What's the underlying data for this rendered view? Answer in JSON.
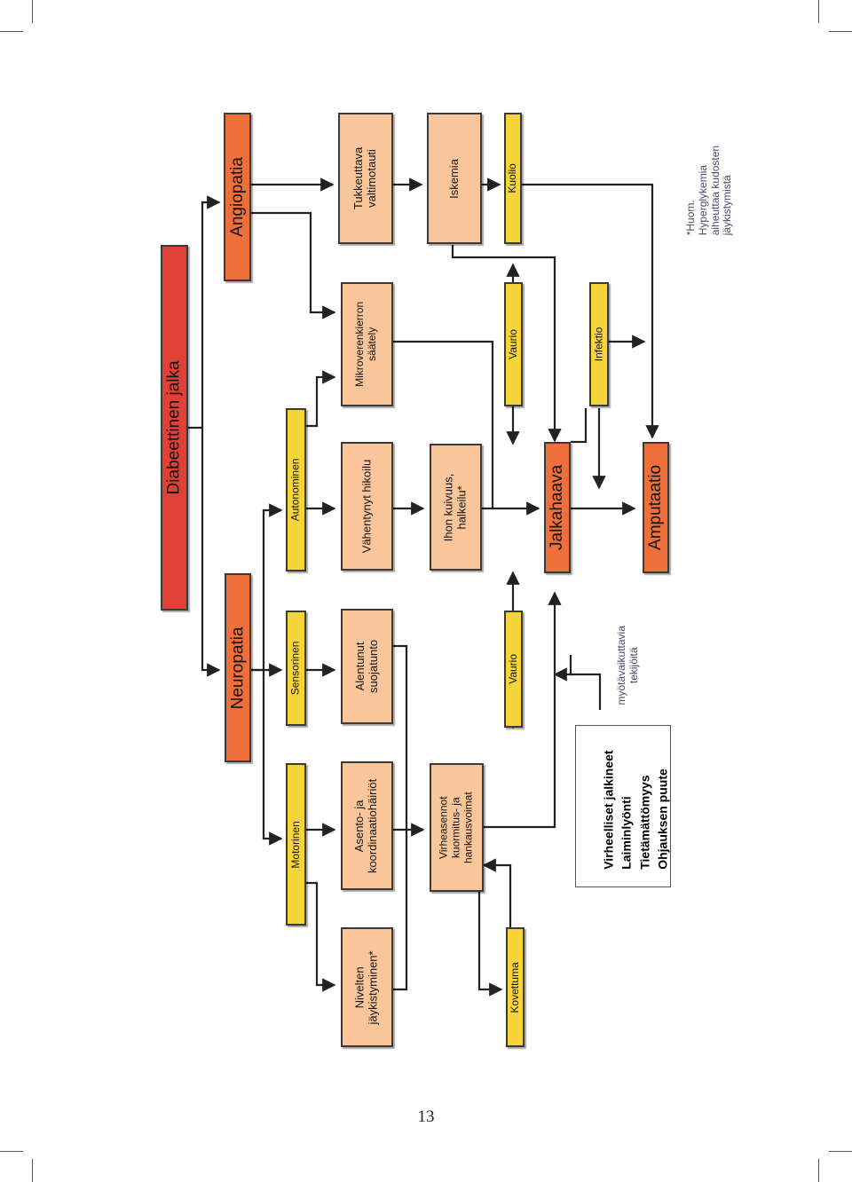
{
  "nodes": {
    "diabeettinen_jalka": "Diabeettinen jalka",
    "neuropatia": "Neuropatia",
    "angiopatia": "Angiopatia",
    "motorinen": "Motorinen",
    "sensorinen": "Sensorinen",
    "autonominen": "Autonominen",
    "nivelten_jaykistyminen": [
      "Nivelten",
      "jäykistyminen*"
    ],
    "asento_koordinaatio": [
      "Asento- ja",
      "koordinaatiohäiriöt"
    ],
    "alentunut_suojatunto": [
      "Alentunut",
      "suojatunto"
    ],
    "vahentynyt_hikoilu": "Vähentynyt hikoilu",
    "mikroverenkierron_saately": [
      "Mikroverenkierron",
      "säätely"
    ],
    "tukkeuttava_valtimotauti": [
      "Tukkeuttava",
      "valtimotauti"
    ],
    "virheasennot": [
      "Virheasennot",
      "kuormitus- ja",
      "hankausvoimat"
    ],
    "ihon_kuivuus": [
      "Ihon kuivuus,",
      "halkeilu*"
    ],
    "iskemia": "Iskemia",
    "kovettuma": "Kovettuma",
    "vaurio_left": "Vaurio",
    "vaurio_right": "Vaurio",
    "jalkahaava": "Jalkahaava",
    "infektio": "Infektio",
    "kuolio": "Kuolio",
    "amputaatio": "Amputaatio"
  },
  "factors_box": [
    "Virheelliset jalkineet",
    "Laiminlyönti",
    "Tietämättömyys",
    "Ohjauksen puute"
  ],
  "factors_label": [
    "myötävaikuttavia",
    "tekijöitä"
  ],
  "footnote": [
    "*Huom.",
    "Hyperglykemia",
    "aiheuttaa kudosten",
    "jäykistymistä"
  ],
  "page_number": "13",
  "colors": {
    "root": "#e04035",
    "main": "#ef6f3a",
    "detail": "#f8c69a",
    "event": "#f5d53a",
    "line": "#222222"
  }
}
